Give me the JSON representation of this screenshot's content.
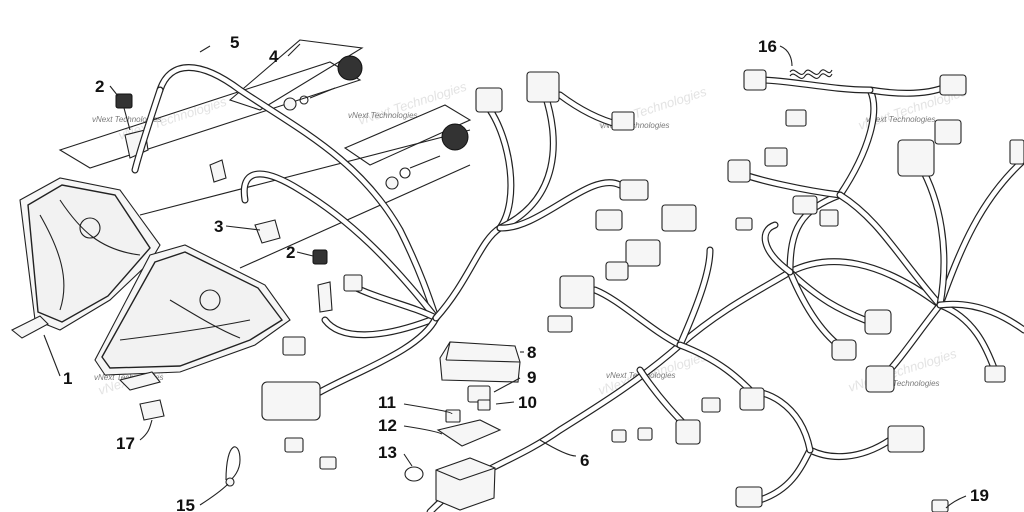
{
  "diagram": {
    "callouts": [
      "1",
      "2",
      "2",
      "3",
      "4",
      "5",
      "6",
      "8",
      "9",
      "10",
      "11",
      "12",
      "13",
      "15",
      "16",
      "17",
      "19"
    ],
    "watermark_text": "vNext Technologies"
  }
}
